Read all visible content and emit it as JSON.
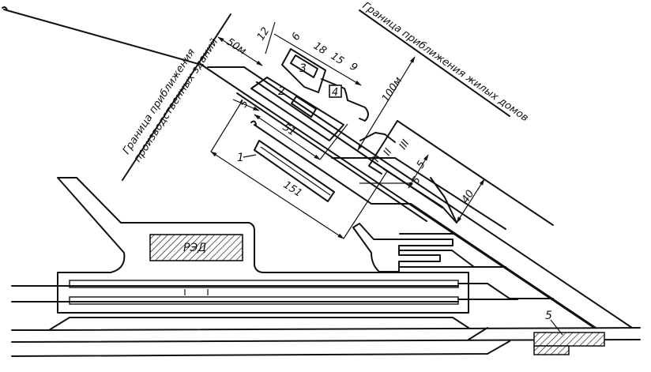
{
  "boundaries": {
    "residential": "Граница приближения жилых домов",
    "industrial_line1": "Граница приближения",
    "industrial_line2": "производственных зданий"
  },
  "dimensions": {
    "d50": "50м",
    "d12": "12",
    "d6": "6",
    "d18": "18",
    "d15": "15",
    "d9": "9",
    "d100": "100м",
    "d5a": "5",
    "d51": "51",
    "d151": "151",
    "d5b": "5",
    "d5c": "5",
    "d40": "40"
  },
  "objects": {
    "o1": "1",
    "o2": "2",
    "o3": "3",
    "o4": "4",
    "o5": "5",
    "red": "РЭД",
    "track_I": "I",
    "track_II": "II",
    "track_III": "III"
  }
}
